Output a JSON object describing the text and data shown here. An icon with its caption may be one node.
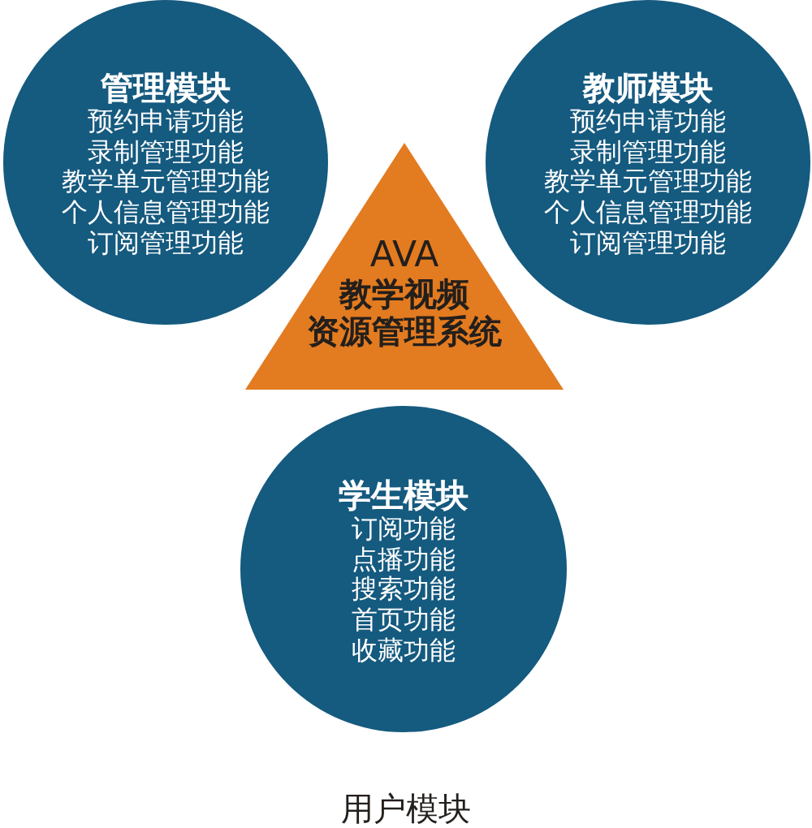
{
  "diagram": {
    "caption": "用户模块",
    "nodes": [
      {
        "text": [
          "管理模块",
          "预约申请功能",
          "录制管理功能",
          "教学单元管理功能",
          "个人信息管理功能",
          "订阅管理功能"
        ]
      },
      {
        "text": [
          "教师模块",
          "预约申请功能",
          "录制管理功能",
          "教学单元管理功能",
          "个人信息管理功能",
          "订阅管理功能"
        ]
      },
      {
        "text": [
          "AVA",
          "教学视频",
          "资源管理系统"
        ]
      },
      {
        "text": [
          "学生模块",
          "订阅功能",
          "点播功能",
          "搜索功能",
          "首页功能",
          "收藏功能"
        ]
      }
    ]
  }
}
